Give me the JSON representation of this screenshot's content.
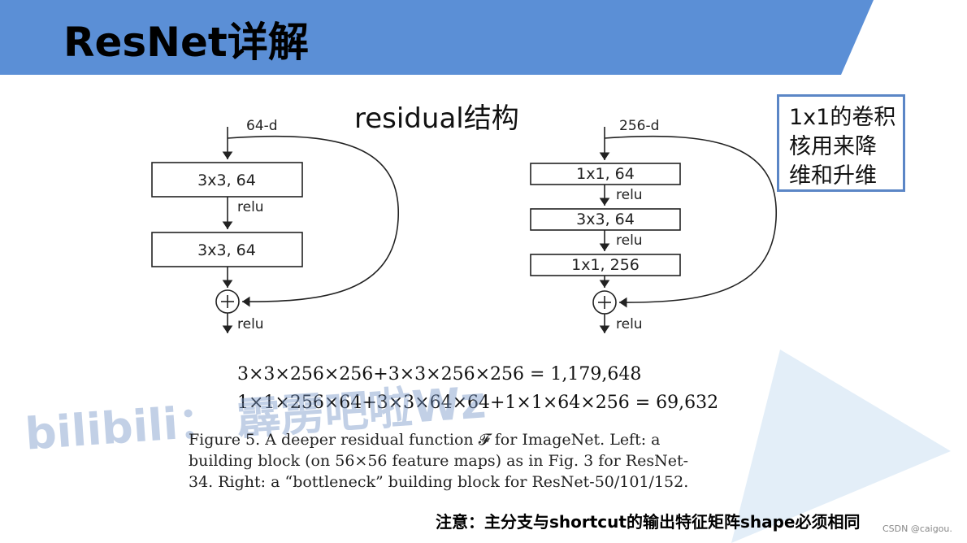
{
  "slide": {
    "title": "ResNet详解",
    "subtitle": "residual结构",
    "banner_color": "#5b8fd6",
    "accent_color": "#5b86c6"
  },
  "left_block": {
    "input_label": "64-d",
    "boxes": [
      "3x3, 64",
      "3x3, 64"
    ],
    "relu_labels": [
      "relu",
      "relu"
    ]
  },
  "right_block": {
    "input_label": "256-d",
    "boxes": [
      "1x1, 64",
      "3x3, 64",
      "1x1, 256"
    ],
    "relu_labels": [
      "relu",
      "relu",
      "relu"
    ]
  },
  "note": {
    "lines": [
      "1x1的卷积",
      "核用来降",
      "维和升维"
    ]
  },
  "formulas": [
    "3×3×256×256+3×3×256×256 = 1,179,648",
    "1×1×256×64+3×3×64×64+1×1×64×256 = 69,632"
  ],
  "watermark": "bilibili： 霹雳吧啦Wz",
  "caption": [
    "Figure 5. A deeper residual function 𝓕 for ImageNet.  Left: a",
    "building block (on 56×56 feature maps) as in Fig. 3 for ResNet-",
    "34. Right: a “bottleneck” building block for ResNet-50/101/152."
  ],
  "footer_note": "注意：主分支与shortcut的输出特征矩阵shape必须相同",
  "credit": "CSDN @caigou."
}
